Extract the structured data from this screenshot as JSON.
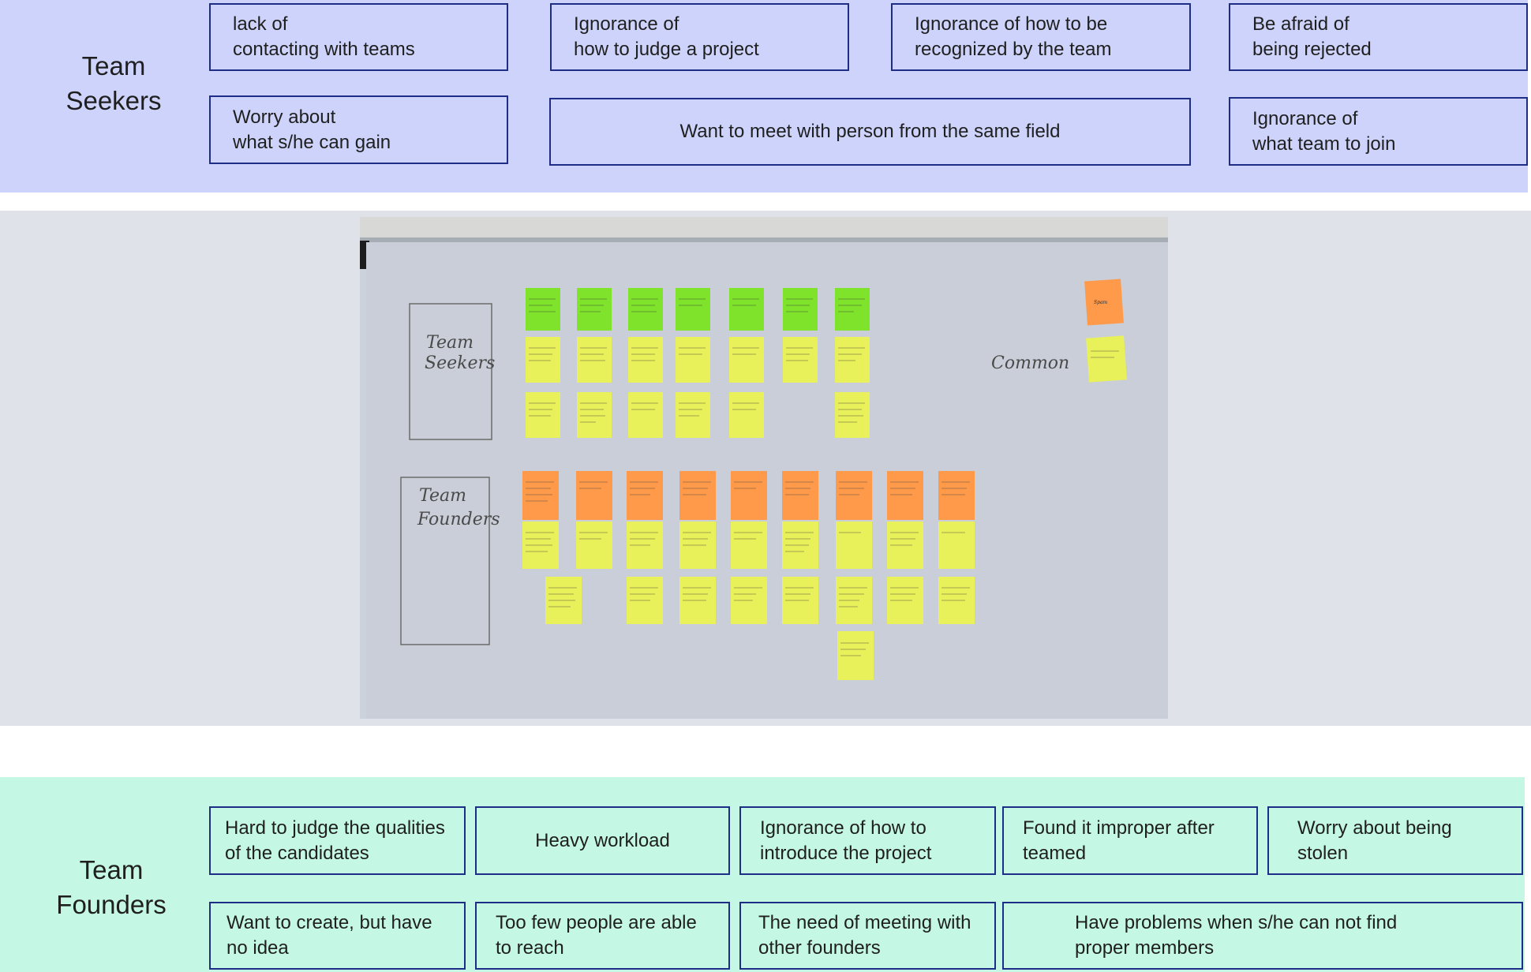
{
  "seekers": {
    "title_line1": "Team",
    "title_line2": "Seekers",
    "cards": [
      {
        "l1": "lack of",
        "l2": "contacting with teams"
      },
      {
        "l1": "Ignorance of",
        "l2": "how to judge a project"
      },
      {
        "l1": "Ignorance of how to be",
        "l2": "recognized by the team"
      },
      {
        "l1": "Be afraid of",
        "l2": "being rejected"
      },
      {
        "l1": "Worry about",
        "l2": "what s/he can gain"
      },
      {
        "l1": "Want to meet with person from the same field"
      },
      {
        "l1": "Ignorance of",
        "l2": "what team to join"
      }
    ]
  },
  "founders": {
    "title_line1": "Team",
    "title_line2": "Founders",
    "cards": [
      {
        "l1": "Hard to judge the qualities",
        "l2": "of the candidates"
      },
      {
        "l1": "Heavy workload"
      },
      {
        "l1": "Ignorance of how to",
        "l2": "introduce the project"
      },
      {
        "l1": "Found it improper after",
        "l2": "teamed"
      },
      {
        "l1": "Worry about being",
        "l2": "stolen"
      },
      {
        "l1": "Want to create, but have",
        "l2": "no idea"
      },
      {
        "l1": "Too few people are able",
        "l2": "to reach"
      },
      {
        "l1": "The need of meeting with",
        "l2": "other founders"
      },
      {
        "l1": "Have problems when s/he can not find",
        "l2": "proper members"
      }
    ]
  },
  "photo": {
    "board_label_seekers_1": "Team",
    "board_label_seekers_2": "Seekers",
    "board_label_founders_1": "Team",
    "board_label_founders_2": "Founders",
    "board_label_common": "Common",
    "spam_note": "Spam",
    "colors": {
      "green_note": "#7fe22b",
      "yellow_note": "#e8f05a",
      "orange_note": "#ff9a4a"
    }
  }
}
